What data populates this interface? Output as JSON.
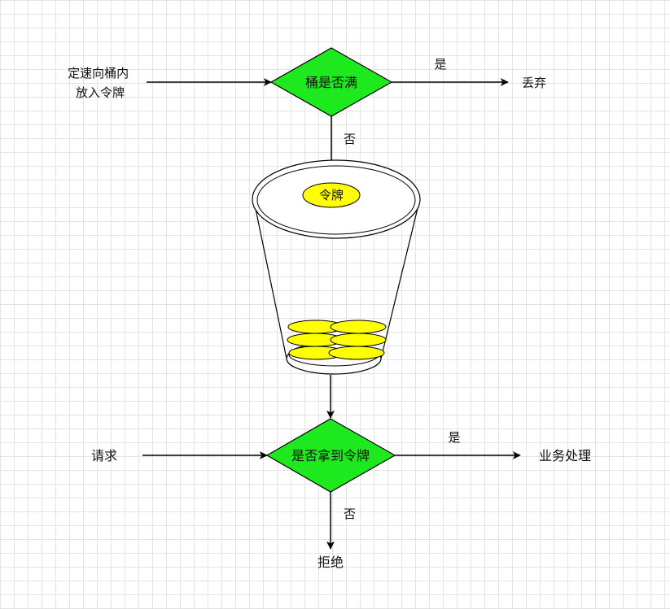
{
  "nodes": {
    "token_source": {
      "lines": [
        "定速向桶内",
        "放入令牌"
      ]
    },
    "bucket_full": {
      "label": "桶是否满",
      "fill": "#1ee81e"
    },
    "discard": {
      "label": "丢弃"
    },
    "bucket": {
      "token_label": "令牌",
      "token_color": "#ffff00"
    },
    "request": {
      "label": "请求"
    },
    "got_token": {
      "label": "是否拿到令牌",
      "fill": "#1ee81e"
    },
    "business": {
      "label": "业务处理"
    },
    "reject": {
      "label": "拒绝"
    }
  },
  "edges": {
    "full_yes": "是",
    "full_no": "否",
    "token_yes": "是",
    "token_no": "否"
  }
}
